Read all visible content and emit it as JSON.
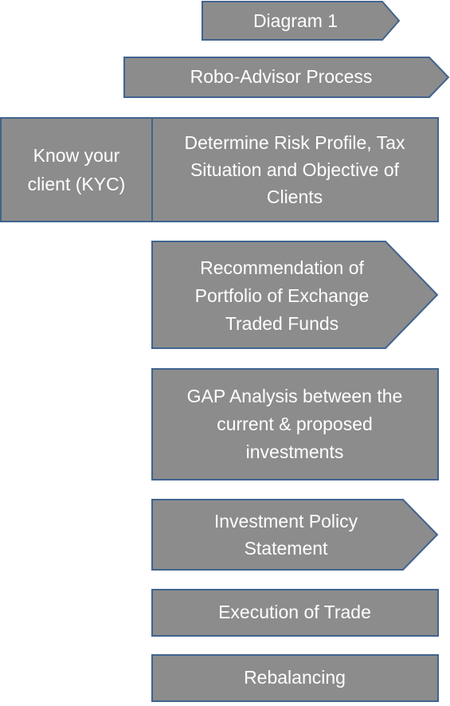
{
  "diagram": {
    "title": "Diagram 1",
    "process_label": "Robo-Advisor Process",
    "kyc_label": [
      "Know your",
      "client (KYC)"
    ],
    "steps": [
      {
        "lines": [
          "Determine Risk Profile, Tax",
          "Situation and Objective of",
          "Clients"
        ]
      },
      {
        "lines": [
          "Recommendation of",
          "Portfolio of Exchange",
          "Traded Funds"
        ]
      },
      {
        "lines": [
          "GAP Analysis between the",
          "current & proposed",
          "investments"
        ]
      },
      {
        "lines": [
          "Investment Policy",
          "Statement"
        ]
      },
      {
        "lines": [
          "Execution of Trade"
        ]
      },
      {
        "lines": [
          "Rebalancing"
        ]
      }
    ],
    "colors": {
      "box_fill": "#8c8c8c",
      "box_border": "#41638f",
      "text": "#ffffff"
    }
  }
}
